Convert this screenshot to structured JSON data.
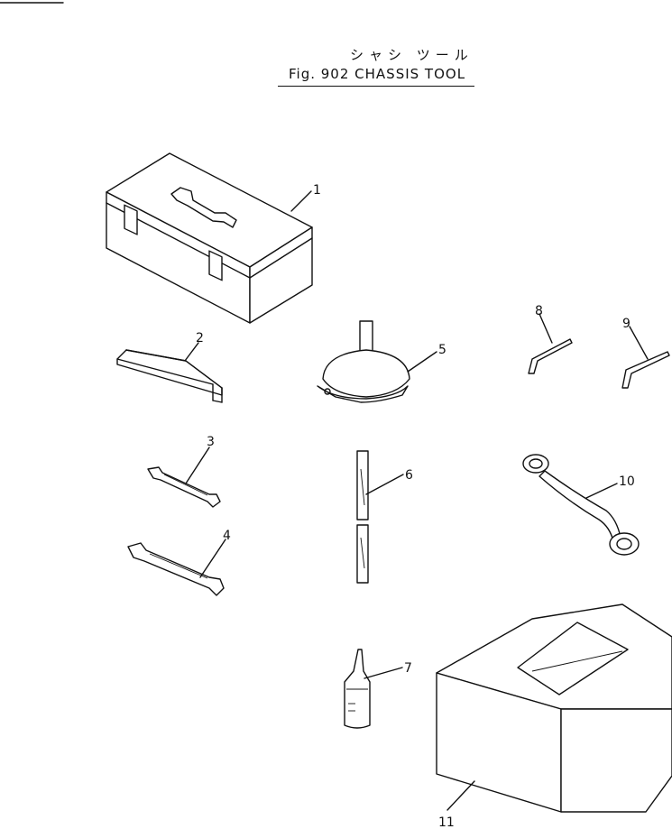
{
  "header": {
    "title_japanese": "シャシ ツール",
    "title_english": "Fig. 902 CHASSIS TOOL"
  },
  "callouts": [
    "1",
    "2",
    "3",
    "4",
    "5",
    "6",
    "7",
    "8",
    "9",
    "10",
    "11"
  ],
  "colors": {
    "ink": "#111111",
    "paper": "#ffffff"
  }
}
